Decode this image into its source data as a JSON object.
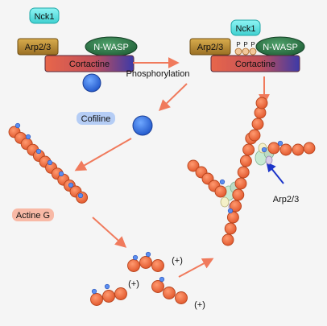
{
  "labels": {
    "nck1_left": "Nck1",
    "nck1_right": "Nck1",
    "arp23_left": "Arp2/3",
    "arp23_right": "Arp2/3",
    "nwasp_left": "N-WASP",
    "nwasp_right": "N-WASP",
    "cortactine_left": "Cortactine",
    "cortactine_right": "Cortactine",
    "phosphorylation": "Phosphorylation",
    "phospho_p1": "P",
    "phospho_p2": "P",
    "phospho_p3": "P",
    "cofiline": "Cofiline",
    "actine_g": "Actine G",
    "arp23_pointer": "Arp2/3",
    "plus_top": "(+)",
    "plus_mid": "(+)",
    "plus_bottom": "(+)"
  },
  "colors": {
    "actin_bead": "#ef6a3c",
    "actin_stroke": "#b8441d",
    "cofilin": "#3a78e8",
    "arrow": "#f07a5c",
    "pointer_arrow": "#1c35c9",
    "nck1_fill": "#5fe6e6",
    "arp23_fill": "#c79a3a",
    "nwasp_fill": "#2f7b4a",
    "cortactine_fill": "#d8604a",
    "background": "#f5f5f5"
  }
}
